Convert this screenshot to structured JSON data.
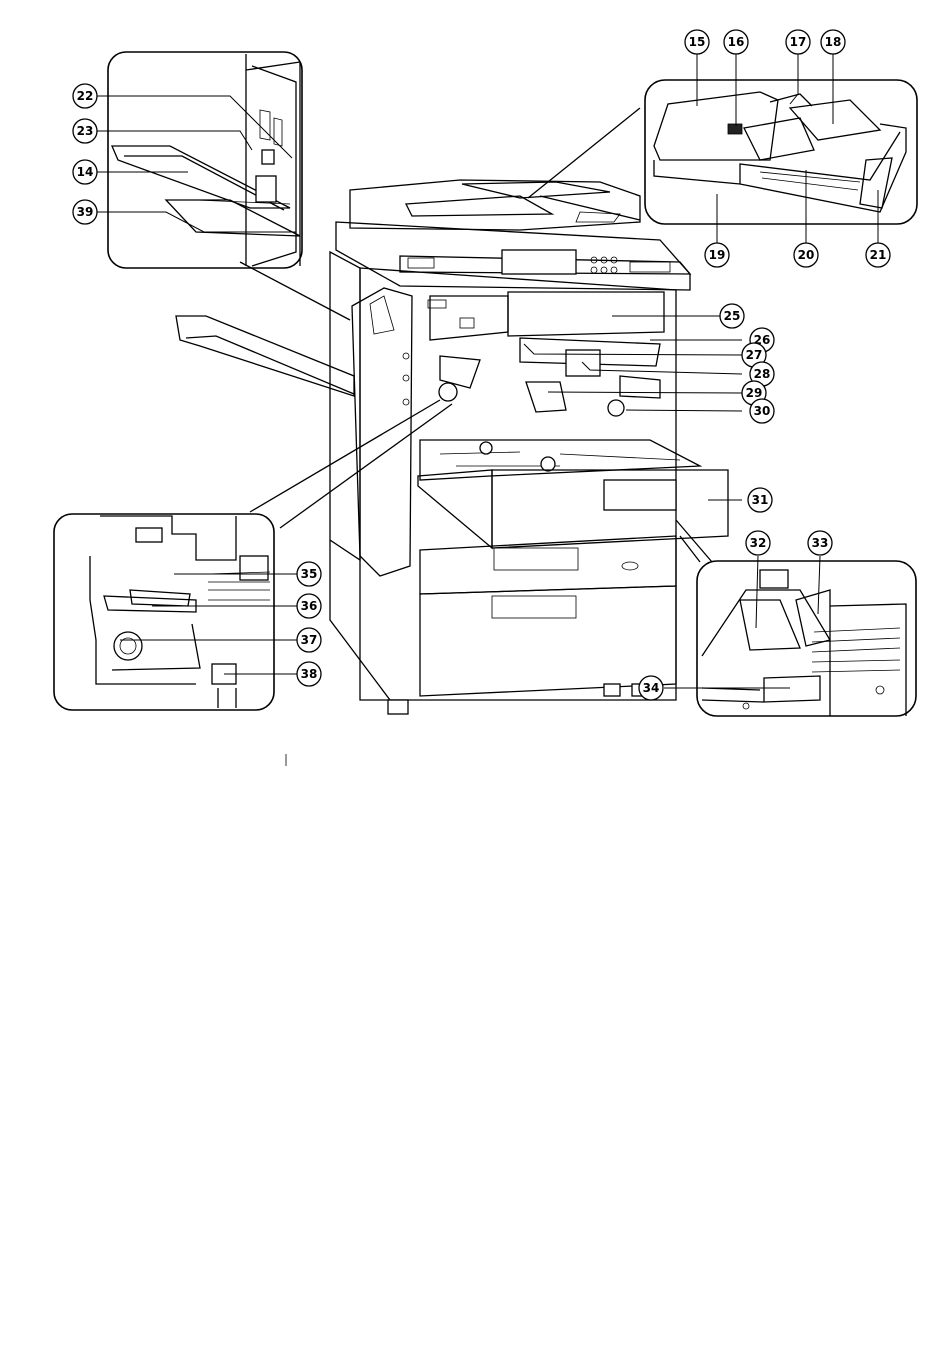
{
  "diagram": {
    "callouts": [
      {
        "id": "c-22",
        "label": "22"
      },
      {
        "id": "c-23",
        "label": "23"
      },
      {
        "id": "c-14",
        "label": "14"
      },
      {
        "id": "c-39",
        "label": "39"
      },
      {
        "id": "c-15",
        "label": "15"
      },
      {
        "id": "c-16",
        "label": "16"
      },
      {
        "id": "c-17",
        "label": "17"
      },
      {
        "id": "c-18",
        "label": "18"
      },
      {
        "id": "c-19",
        "label": "19"
      },
      {
        "id": "c-20",
        "label": "20"
      },
      {
        "id": "c-21",
        "label": "21"
      },
      {
        "id": "c-25",
        "label": "25"
      },
      {
        "id": "c-26",
        "label": "26"
      },
      {
        "id": "c-27",
        "label": "27"
      },
      {
        "id": "c-28",
        "label": "28"
      },
      {
        "id": "c-29",
        "label": "29"
      },
      {
        "id": "c-30",
        "label": "30"
      },
      {
        "id": "c-31",
        "label": "31"
      },
      {
        "id": "c-32",
        "label": "32"
      },
      {
        "id": "c-33",
        "label": "33"
      },
      {
        "id": "c-34",
        "label": "34"
      },
      {
        "id": "c-35",
        "label": "35"
      },
      {
        "id": "c-36",
        "label": "36"
      },
      {
        "id": "c-37",
        "label": "37"
      },
      {
        "id": "c-38",
        "label": "38"
      }
    ]
  }
}
